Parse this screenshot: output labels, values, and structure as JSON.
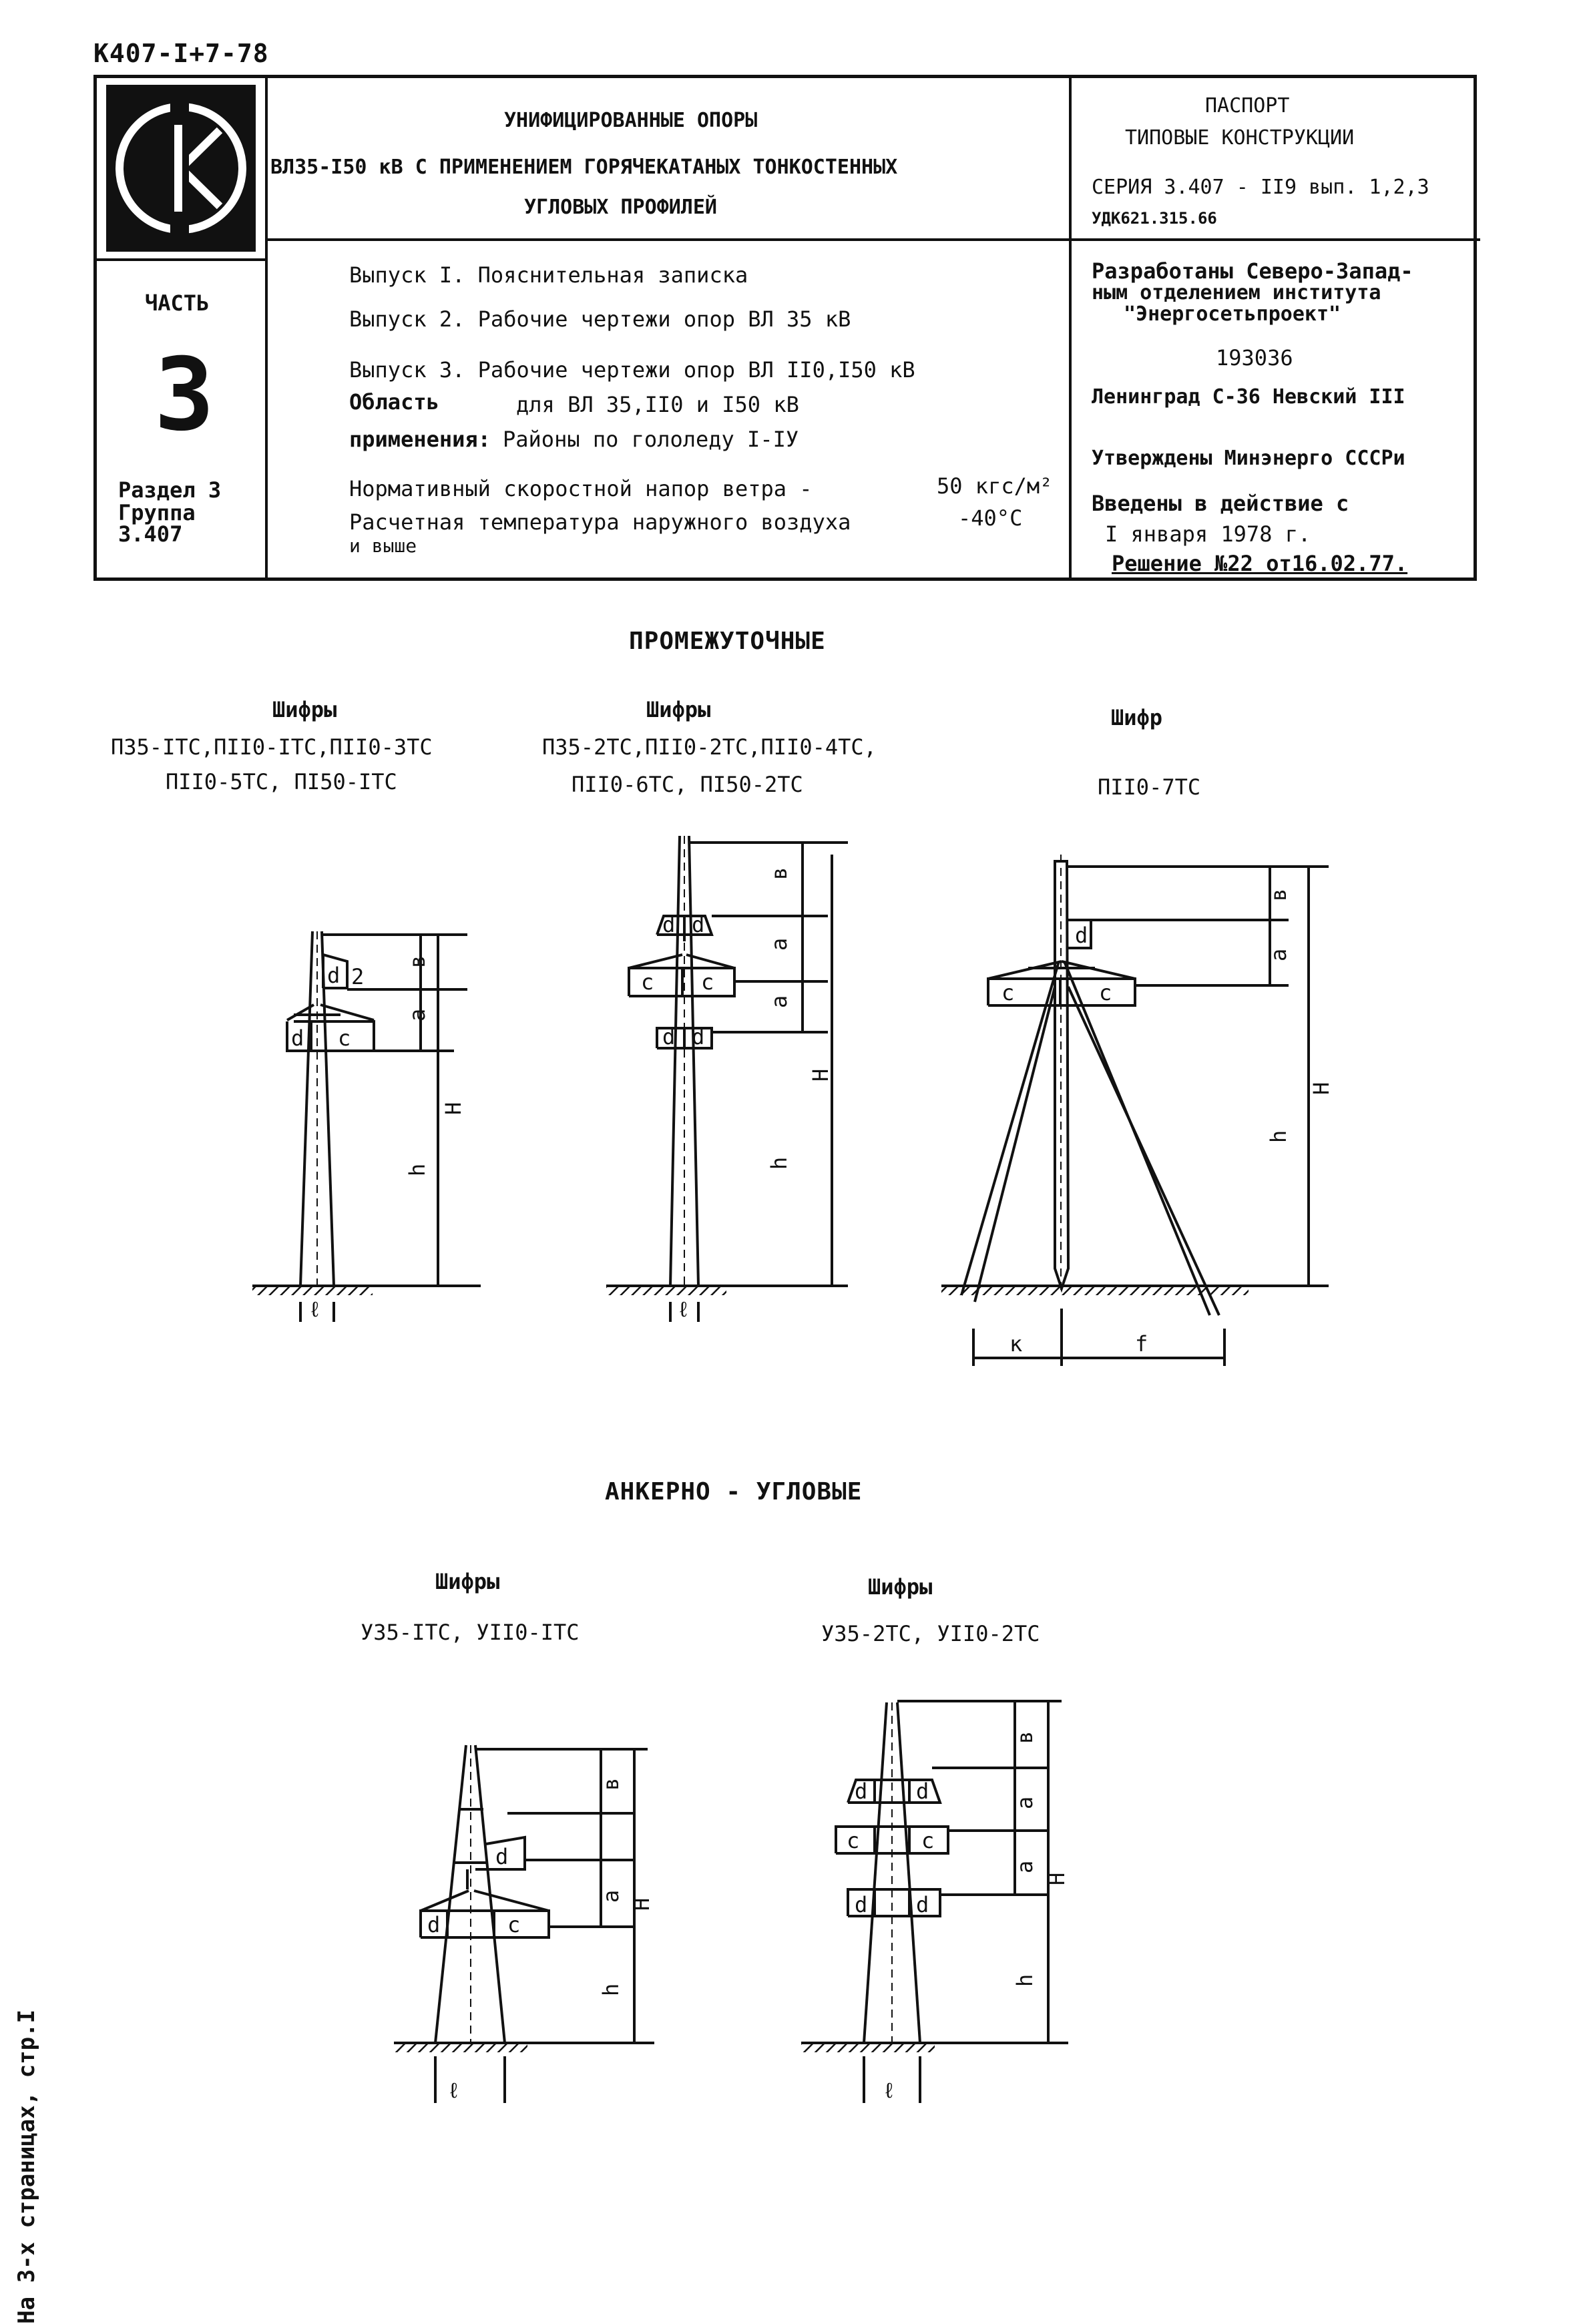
{
  "doc_code": "К407-I+7-78",
  "header": {
    "title_lines": [
      "УНИФИЦИРОВАННЫЕ ОПОРЫ",
      "ВЛ35-I50 кВ С ПРИМЕНЕНИЕМ ГОРЯЧЕКАТАНЫХ ТОНКОСТЕННЫХ",
      "УГЛОВЫХ ПРОФИЛЕЙ"
    ],
    "passport": "ПАСПОРТ",
    "type_constructions": "ТИПОВЫЕ КОНСТРУКЦИИ",
    "series": "СЕРИЯ 3.407 - II9 вып. 1,2,3",
    "udk": "УДК621.315.66",
    "part_label": "ЧАСТЬ",
    "part_number": "3",
    "section": "Раздел 3",
    "group": "Группа",
    "group_number": "3.407",
    "issues": [
      "Выпуск I. Пояснительная записка",
      "Выпуск 2. Рабочие чертежи опор  ВЛ 35 кВ",
      "Выпуск 3. Рабочие чертежи опор  ВЛ II0,I50 кВ"
    ],
    "scope_label_1": "Область",
    "scope_value_1": "для ВЛ 35,II0 и I50 кВ",
    "scope_label_2": "применения:",
    "scope_value_2": "Районы по гололеду I-IУ",
    "wind_label": "Нормативный скоростной напор ветра  -",
    "wind_value": "50 кгс/м²",
    "temp_label_1": "Расчетная температура наружного воздуха",
    "temp_label_2": "и выше",
    "temp_value": "-40°С",
    "developer_lines": [
      "Разработаны Северо-Запад-",
      "ным отделением института",
      "\"Энергосетьпроект\"",
      "193036",
      "Ленинград С-36 Невский III"
    ],
    "approved": "Утверждены Минэнерго СССРи",
    "effective_lines": [
      "Введены в действие  с",
      "I января 1978 г.",
      "Решение №22 от16.02.77."
    ]
  },
  "sections": {
    "intermediate": "ПРОМЕЖУТОЧНЫЕ",
    "anchor": "АНКЕРНО - УГЛОВЫЕ"
  },
  "groups": [
    {
      "label": "Шифры",
      "lines": [
        "П35-IТС,ПII0-IТС,ПII0-3ТС",
        "ПII0-5ТС, ПI50-IТС"
      ]
    },
    {
      "label": "Шифры",
      "lines": [
        "П35-2ТС,ПII0-2ТС,ПII0-4ТС,",
        "ПII0-6ТС, ПI50-2ТС"
      ]
    },
    {
      "label": "Шифр",
      "lines": [
        "ПII0-7ТС"
      ]
    },
    {
      "label": "Шифры",
      "lines": [
        "У35-IТС, УII0-IТС"
      ]
    },
    {
      "label": "Шифры",
      "lines": [
        "У35-2ТС, УII0-2ТС"
      ]
    }
  ],
  "dims": {
    "a": "а",
    "b": "в",
    "c": "с",
    "d": "d",
    "h": "h",
    "H": "Н",
    "l": "ℓ",
    "k": "к",
    "f": "f",
    "two": "2"
  },
  "side_note": "На 3-х страницах, стр.I"
}
